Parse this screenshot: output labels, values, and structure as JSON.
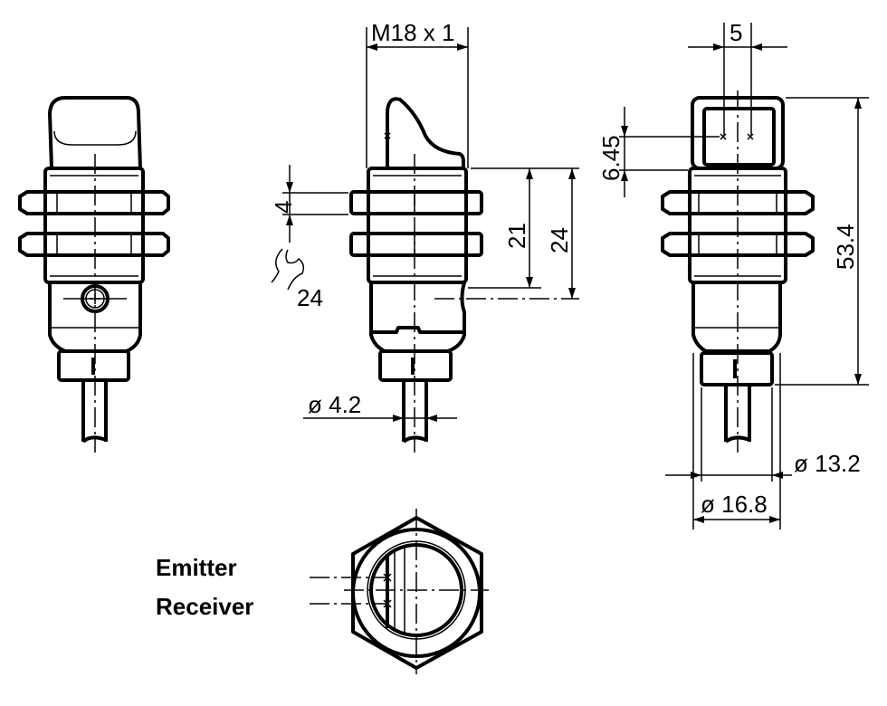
{
  "title": "Sensor dimension drawing",
  "dimensions": {
    "thread": "M18 x 1",
    "nut_width": "4",
    "wrench_size": "24",
    "dim_21": "21",
    "dim_24": "24",
    "cable_dia": "ø 4.2",
    "lens_spacing": "5",
    "lens_height": "6.45",
    "overall_length": "53.4",
    "connector_dia": "ø 13.2",
    "body_dia": "ø 16.8"
  },
  "legend": {
    "emitter": "Emitter",
    "receiver": "Receiver"
  }
}
